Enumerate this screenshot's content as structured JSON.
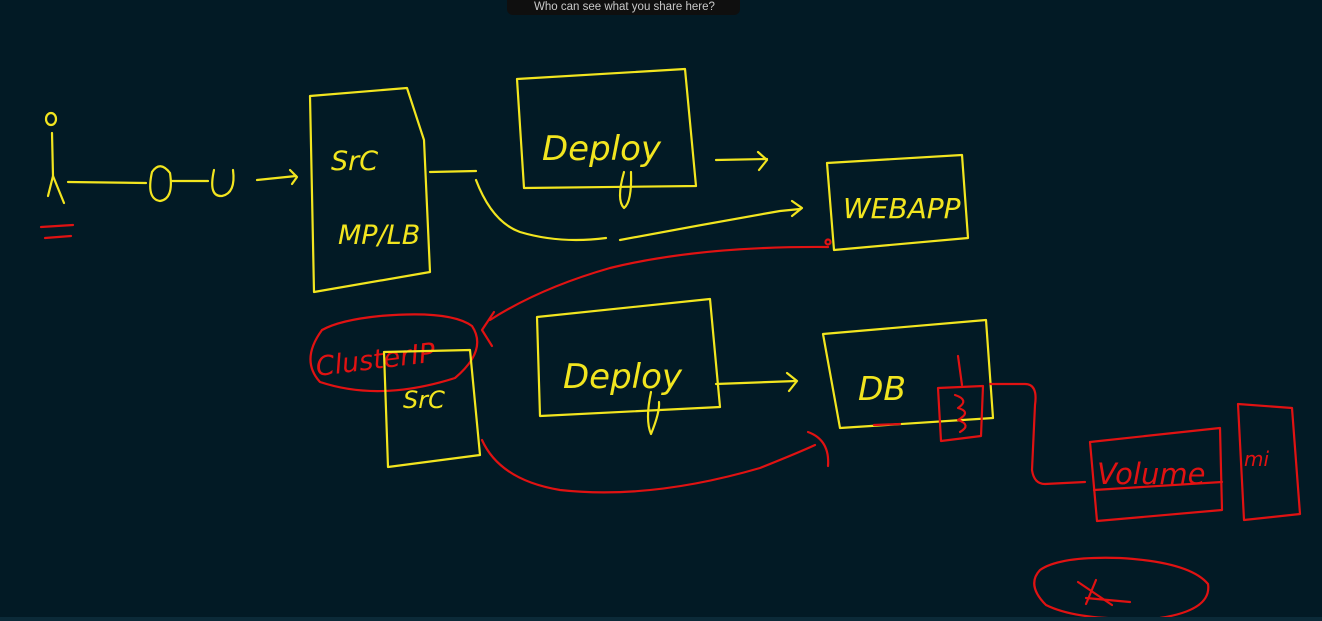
{
  "banner": {
    "text": "Who can see what you share here?"
  },
  "whiteboard": {
    "labels": {
      "svc_top": "SrC",
      "mp_lb": "MP/LB",
      "deploy_top": "Deploy",
      "webapp": "WEBAPP",
      "cluster_ip": "ClusterIP",
      "svc_bottom": "SrC",
      "deploy_bottom": "Deploy",
      "db": "DB",
      "volume": "Volume",
      "mini": "mi"
    },
    "colors": {
      "background": "#021a25",
      "yellow_ink": "#f2e51f",
      "red_ink": "#e01212"
    }
  }
}
